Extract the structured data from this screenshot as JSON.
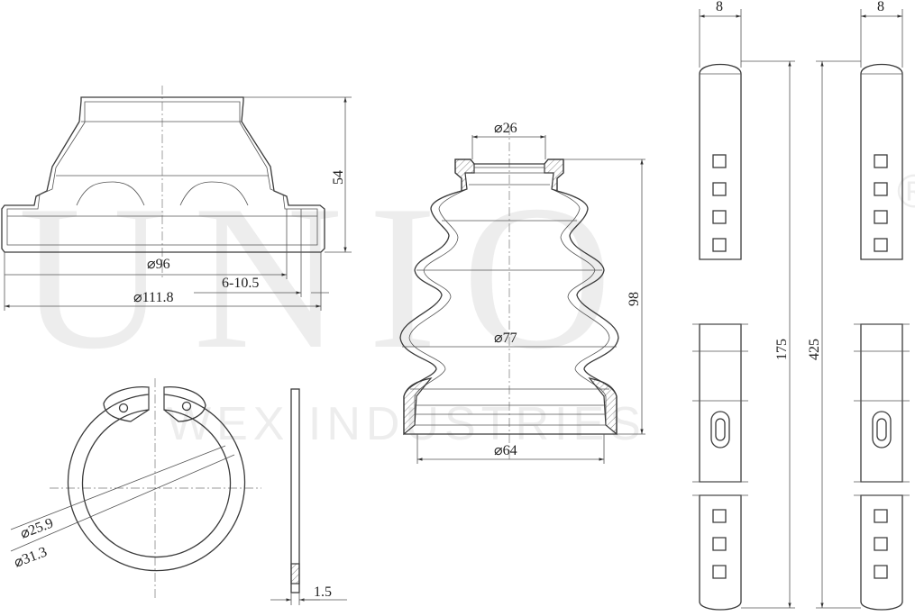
{
  "watermark": {
    "brand": "UNIO",
    "registered_mark": "®",
    "subtitle": "WEX INDUSTRIES"
  },
  "dimensions": {
    "boot_small_height": "54",
    "boot_small_diameter": "⌀96",
    "boot_small_range": "6-10.5",
    "boot_small_outer": "⌀111.8",
    "boot_large_top": "⌀26",
    "boot_large_height": "98",
    "boot_large_mid": "⌀77",
    "boot_large_bottom": "⌀64",
    "ring_inner": "⌀25.9",
    "ring_outer": "⌀31.3",
    "ring_thickness": "1.5",
    "tie_width_1": "8",
    "tie_length_1": "175",
    "tie_width_2": "8",
    "tie_length_2": "425"
  }
}
